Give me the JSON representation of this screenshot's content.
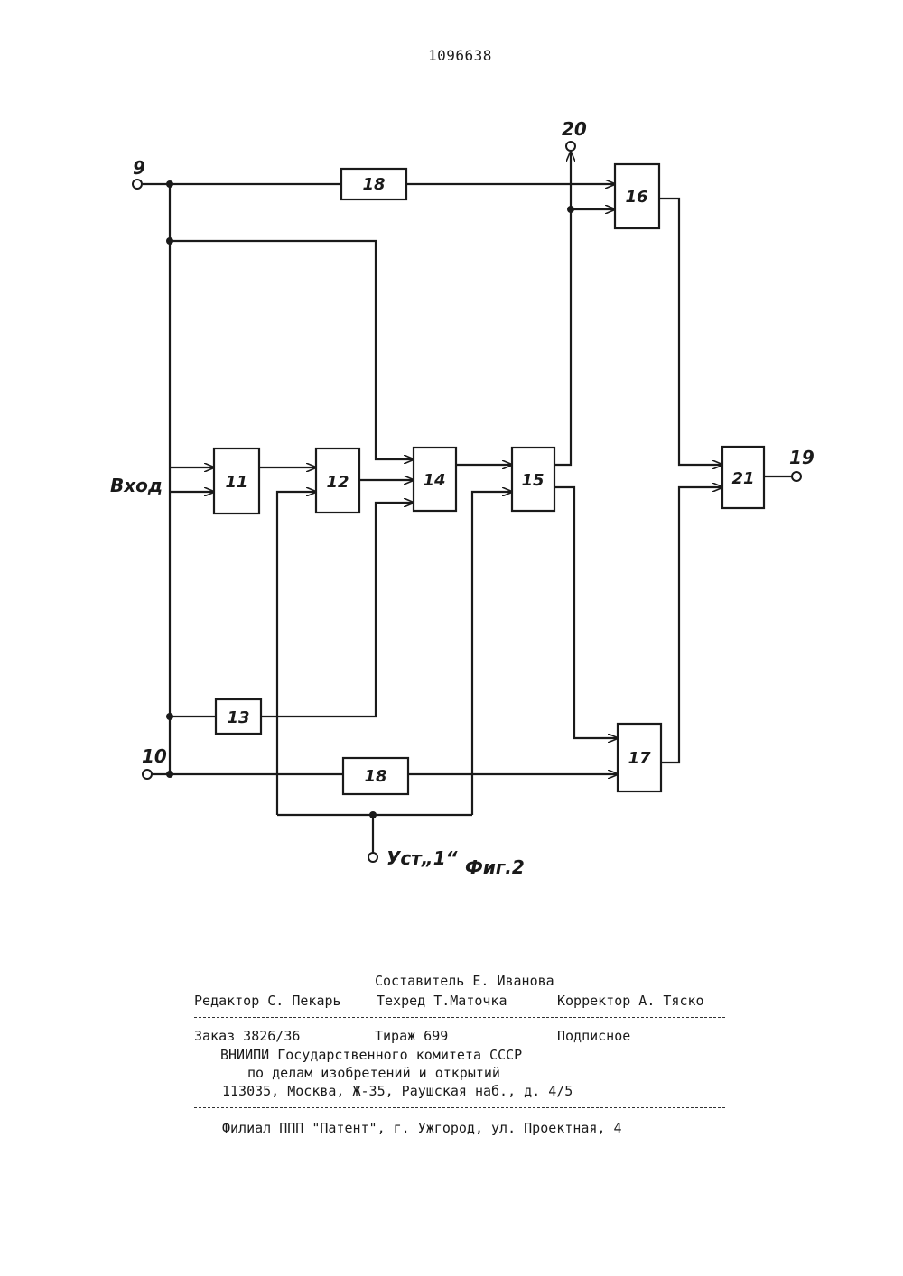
{
  "page_number": "1096638",
  "diagram": {
    "blocks": [
      {
        "id": "b18_top",
        "label": "18"
      },
      {
        "id": "b16",
        "label": "16"
      },
      {
        "id": "b11",
        "label": "11"
      },
      {
        "id": "b12",
        "label": "12"
      },
      {
        "id": "b14",
        "label": "14"
      },
      {
        "id": "b15",
        "label": "15"
      },
      {
        "id": "b21",
        "label": "21"
      },
      {
        "id": "b13",
        "label": "13"
      },
      {
        "id": "b18_bot",
        "label": "18"
      },
      {
        "id": "b17",
        "label": "17"
      }
    ],
    "terminals": {
      "t9": "9",
      "t10": "10",
      "t19": "19",
      "t20": "20",
      "input": "Вход",
      "set": "Уст„1“"
    },
    "figure_caption": "Фиг.2"
  },
  "colophon": {
    "compiler": "Составитель Е. Иванова",
    "editor": "Редактор С. Пекарь",
    "techred": "Техред Т.Маточка",
    "corrector": "Корректор А. Тяско",
    "order": "Заказ 3826/36",
    "circulation": "Тираж 699",
    "subscription": "Подписное",
    "org_line1": "ВНИИПИ Государственного комитета СССР",
    "org_line2": "по делам изобретений и открытий",
    "org_address": "113035, Москва, Ж-35, Раушская наб., д. 4/5",
    "branch": "Филиал ППП \"Патент\", г. Ужгород, ул. Проектная, 4"
  }
}
